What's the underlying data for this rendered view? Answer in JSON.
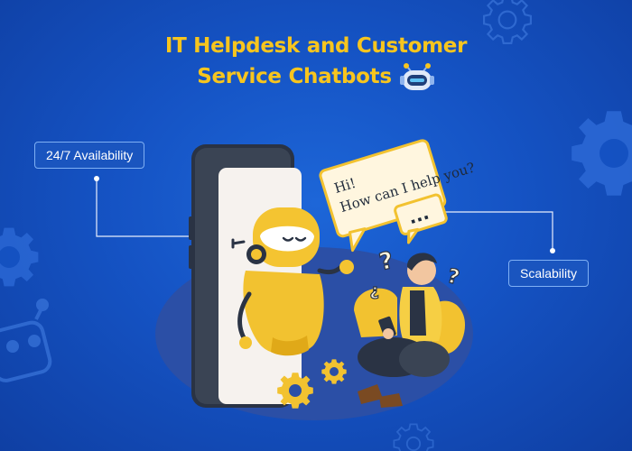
{
  "header": {
    "title_line1": "IT Helpdesk and Customer",
    "title_line2": "Service Chatbots"
  },
  "callouts": {
    "availability": "24/7 Availability",
    "scalability": "Scalability"
  },
  "speech_bubble": {
    "line1": "Hi!",
    "line2": "How can I help you?",
    "typing": "..."
  },
  "icons": [
    "robot-face-icon",
    "gear-icon",
    "speech-bubble-icon",
    "question-mark-icon",
    "smartphone-icon"
  ],
  "colors": {
    "background": "#1553c4",
    "accent_yellow": "#f7c51e",
    "label_border": "#7fb0f4",
    "connector_line": "#e8eefc"
  }
}
